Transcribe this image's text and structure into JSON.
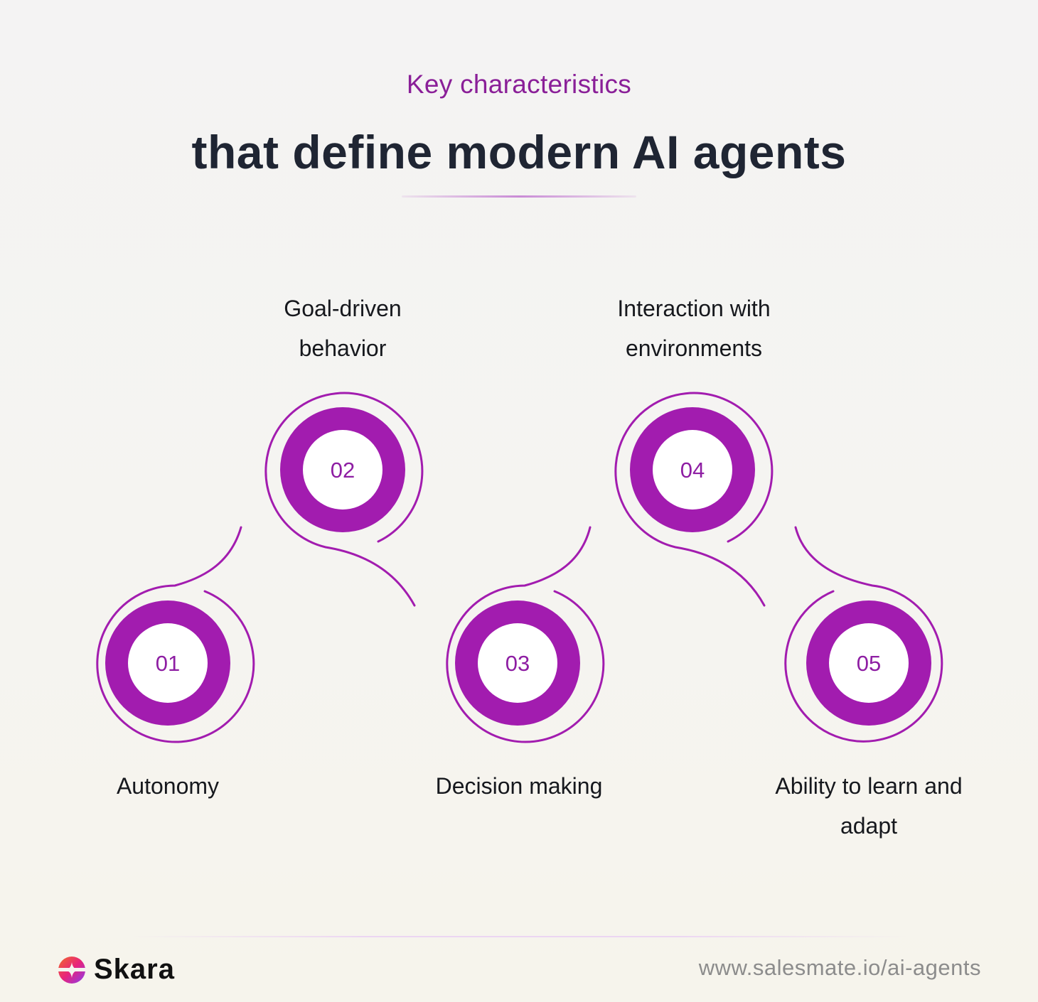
{
  "header": {
    "subtitle": "Key characteristics",
    "title": "that define modern AI agents"
  },
  "characteristics": [
    {
      "number": "01",
      "label_lines": [
        "Autonomy"
      ]
    },
    {
      "number": "02",
      "label_lines": [
        "Goal-driven",
        "behavior"
      ]
    },
    {
      "number": "03",
      "label_lines": [
        "Decision making"
      ]
    },
    {
      "number": "04",
      "label_lines": [
        "Interaction with",
        "environments"
      ]
    },
    {
      "number": "05",
      "label_lines": [
        "Ability to learn and",
        "adapt"
      ]
    }
  ],
  "colors": {
    "accent": "#a21caf",
    "subtitle": "#8a1f98",
    "title": "#1f2533",
    "url": "#8c8c8c"
  },
  "footer": {
    "brand": "Skara",
    "logo_icon": "skara-logo-icon",
    "url": "www.salesmate.io/ai-agents"
  }
}
